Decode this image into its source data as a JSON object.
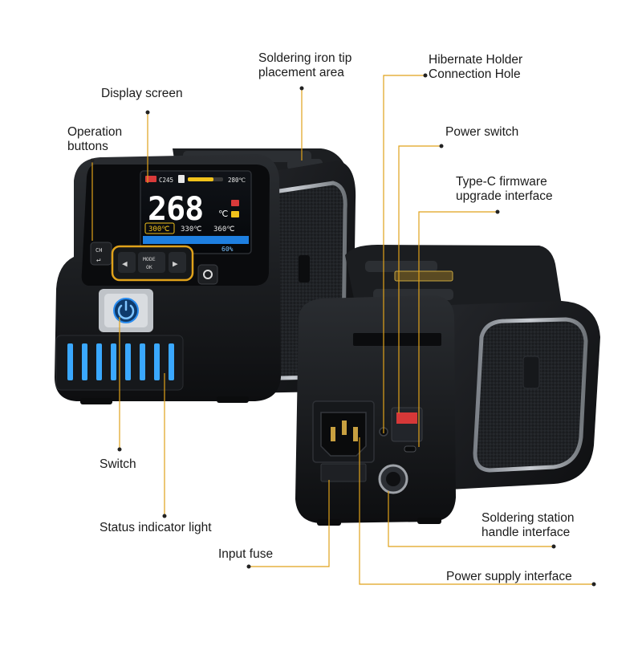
{
  "labels": {
    "tip_area": [
      "Soldering iron tip",
      "placement area"
    ],
    "display": "Display screen",
    "operation": [
      "Operation",
      "buttons"
    ],
    "hibernate": [
      "Hibernate Holder",
      "Connection Hole"
    ],
    "power_switch": "Power switch",
    "typec": [
      "Type-C firmware",
      "upgrade interface"
    ],
    "switch": "Switch",
    "status_light": "Status indicator light",
    "input_fuse": "Input fuse",
    "handle_iface": [
      "Soldering station",
      "handle interface"
    ],
    "power_supply": "Power supply interface"
  },
  "screen": {
    "tip_model": "C245",
    "big_temp": "268",
    "big_unit": "℃",
    "right_temp": "280℃",
    "preset_1": "300℃",
    "preset_2": "330℃",
    "preset_3": "360℃",
    "percent": "60%"
  },
  "buttons": {
    "ch": "CH",
    "mode": "MODE",
    "ok": "OK"
  },
  "colors": {
    "leader": "#e0a21a",
    "body": "#141618",
    "accent_blue": "#2a8df0",
    "light_blue": "#3aa8ff"
  }
}
